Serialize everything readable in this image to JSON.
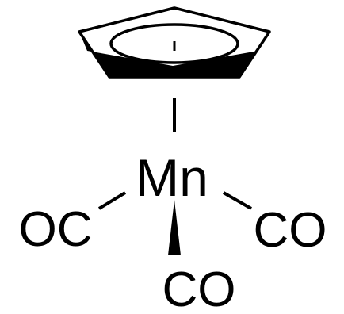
{
  "molecule": {
    "metal_label": "Mn",
    "ligands": {
      "left_label": "OC",
      "right_label": "CO",
      "bottom_label": "CO"
    }
  },
  "colors": {
    "ink": "#000000",
    "background": "#ffffff"
  },
  "icons": {
    "cyclopentadienyl": "cyclopentadienyl-ring-icon",
    "aromatic_circle": "aromatic-circle-icon"
  }
}
